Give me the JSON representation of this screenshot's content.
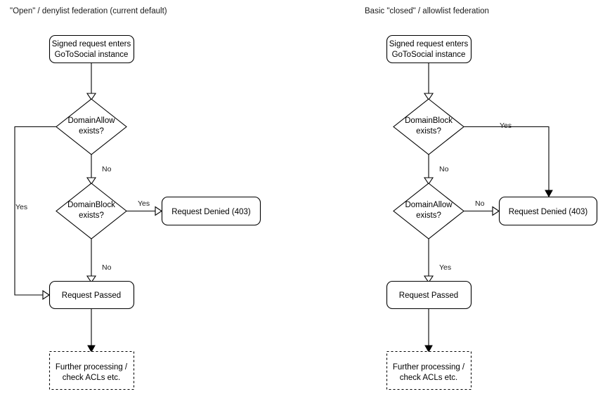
{
  "diagram": {
    "type": "flowchart",
    "panels": [
      {
        "id": "open-denylist",
        "title": "\"Open\" / denylist federation (current default)",
        "nodes": {
          "start_line1": "Signed request enters",
          "start_line2": "GoToSocial instance",
          "decision1_line1": "DomainAllow",
          "decision1_line2": "exists?",
          "decision2_line1": "DomainBlock",
          "decision2_line2": "exists?",
          "denied": "Request Denied (403)",
          "passed": "Request Passed",
          "further_line1": "Further processing /",
          "further_line2": "check ACLs etc."
        },
        "edges": {
          "allow_yes": "Yes",
          "allow_no": "No",
          "block_yes": "Yes",
          "block_no": "No"
        }
      },
      {
        "id": "closed-allowlist",
        "title": "Basic \"closed\" / allowlist federation",
        "nodes": {
          "start_line1": "Signed request enters",
          "start_line2": "GoToSocial instance",
          "decision1_line1": "DomainBlock",
          "decision1_line2": "exists?",
          "decision2_line1": "DomainAllow",
          "decision2_line2": "exists?",
          "denied": "Request Denied (403)",
          "passed": "Request Passed",
          "further_line1": "Further processing /",
          "further_line2": "check ACLs etc."
        },
        "edges": {
          "block_yes": "Yes",
          "block_no": "No",
          "allow_no": "No",
          "allow_yes": "Yes"
        }
      }
    ],
    "colors": {
      "stroke": "#000000",
      "fill": "#ffffff",
      "text": "#000000",
      "background": "#ffffff"
    }
  }
}
